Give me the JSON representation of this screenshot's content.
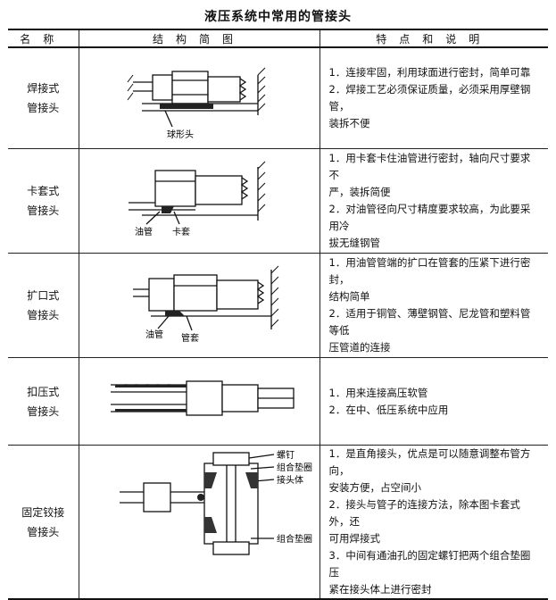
{
  "title": "液压系统中常用的管接头",
  "header": {
    "name": "名称",
    "diagram": "结构简图",
    "desc": "特点和说明"
  },
  "rows": [
    {
      "name1": "焊接式",
      "name2": "管接头",
      "labels": [
        "球形头"
      ],
      "notes": [
        "1．连接牢固，利用球面进行密封，简单可靠",
        "2．焊接工艺必须保证质量，必须采用厚壁钢管，",
        "装拆不便"
      ]
    },
    {
      "name1": "卡套式",
      "name2": "管接头",
      "labels": [
        "油管",
        "卡套"
      ],
      "notes": [
        "1．用卡套卡住油管进行密封，轴向尺寸要求不",
        "严，装拆简便",
        "2．对油管径向尺寸精度要求较高，为此要采用冷",
        "拔无缝钢管"
      ]
    },
    {
      "name1": "扩口式",
      "name2": "管接头",
      "labels": [
        "油管",
        "管套"
      ],
      "notes": [
        "1．用油管管端的扩口在管套的压紧下进行密封，",
        "结构简单",
        "2．适用于铜管、薄壁钢管、尼龙管和塑料管等低",
        "压管道的连接"
      ]
    },
    {
      "name1": "扣压式",
      "name2": "管接头",
      "labels": [],
      "notes": [
        "1．用来连接高压软管",
        "2．在中、低压系统中应用"
      ]
    },
    {
      "name1": "固定铰接",
      "name2": "管接头",
      "labels": [
        "螺钉",
        "组合垫圈",
        "接头体",
        "组合垫圈"
      ],
      "notes": [
        "1．是直角接头，优点是可以随意调整布管方向，",
        "安装方便，占空间小",
        "2．接头与管子的连接方法，除本图卡套式外，还",
        "可用焊接式",
        "3．中间有通油孔的固定螺钉把两个组合垫圈压",
        "紧在接头体上进行密封"
      ]
    }
  ]
}
